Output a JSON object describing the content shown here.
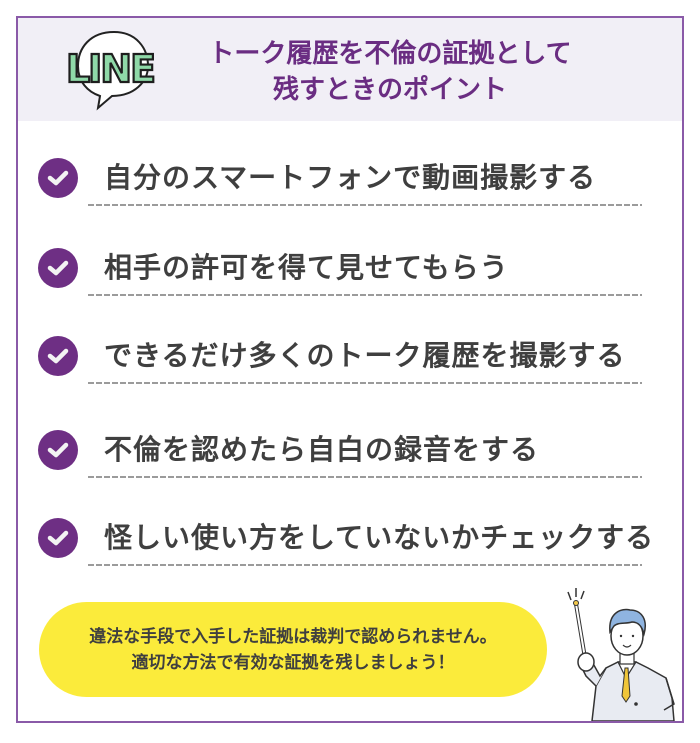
{
  "header": {
    "logo_text": "LINE",
    "title_line1": "トーク履歴を不倫の証拠として",
    "title_line2": "残すときのポイント"
  },
  "points": [
    {
      "icon": "check-circle-icon",
      "label": "自分のスマートフォンで動画撮影する"
    },
    {
      "icon": "check-circle-icon",
      "label": "相手の許可を得て見せてもらう"
    },
    {
      "icon": "check-circle-icon",
      "label": "できるだけ多くのトーク履歴を撮影する"
    },
    {
      "icon": "check-circle-icon",
      "label": "不倫を認めたら自白の録音をする"
    },
    {
      "icon": "check-circle-icon",
      "label": "怪しい使い方をしていないかチェックする"
    }
  ],
  "note": {
    "line1": "違法な手段で入手した証拠は裁判で認められません。",
    "line2": "適切な方法で有効な証拠を残しましょう！"
  },
  "colors": {
    "accent_purple": "#6e2f84",
    "border_purple": "#8a5aa8",
    "header_bg": "#f1eff6",
    "note_yellow": "#fbeb3b",
    "line_green": "#7fcf9a"
  }
}
